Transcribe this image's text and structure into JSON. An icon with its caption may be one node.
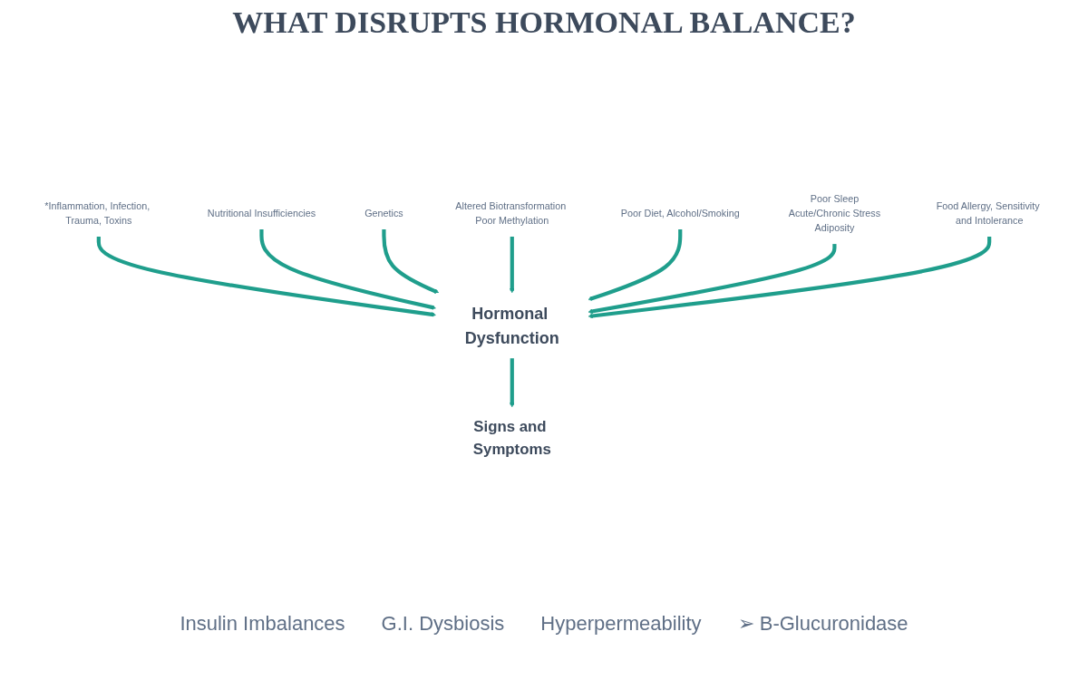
{
  "diagram": {
    "title": "WHAT DISRUPTS HORMONAL BALANCE?",
    "nodes": [
      {
        "text": [
          "*Inflammation, Infection, Trauma, Toxins"
        ]
      },
      {
        "text": [
          "Nutritional Insufficiencies"
        ]
      },
      {
        "text": [
          "Genetics"
        ]
      },
      {
        "text": [
          "Altered Biotransformation Poor Methylation"
        ]
      },
      {
        "text": [
          "Poor Diet, Alcohol/Smoking"
        ]
      },
      {
        "text": [
          "Poor Sleep",
          "Acute/Chronic Stress",
          "Adiposity"
        ]
      },
      {
        "text": [
          "Food Allergy, Sensitivity and Intolerance"
        ]
      },
      {
        "text": [
          "Hormonal Dysfunction"
        ]
      },
      {
        "text": [
          "Signs and Symptoms"
        ]
      }
    ],
    "edges": [
      {
        "from": 0,
        "to": 7,
        "arrow": "to"
      },
      {
        "from": 1,
        "to": 7,
        "arrow": "to"
      },
      {
        "from": 2,
        "to": 7,
        "arrow": "to"
      },
      {
        "from": 3,
        "to": 7,
        "arrow": "to"
      },
      {
        "from": 4,
        "to": 7,
        "arrow": "to"
      },
      {
        "from": 5,
        "to": 7,
        "arrow": "to"
      },
      {
        "from": 6,
        "to": 7,
        "arrow": "to"
      },
      {
        "from": 7,
        "to": 8,
        "arrow": "to"
      }
    ],
    "labels": [
      "Insulin Imbalances",
      "G.I. Dysbiosis",
      "Hyperpermeability",
      "➢ B-Glucuronidase"
    ]
  }
}
